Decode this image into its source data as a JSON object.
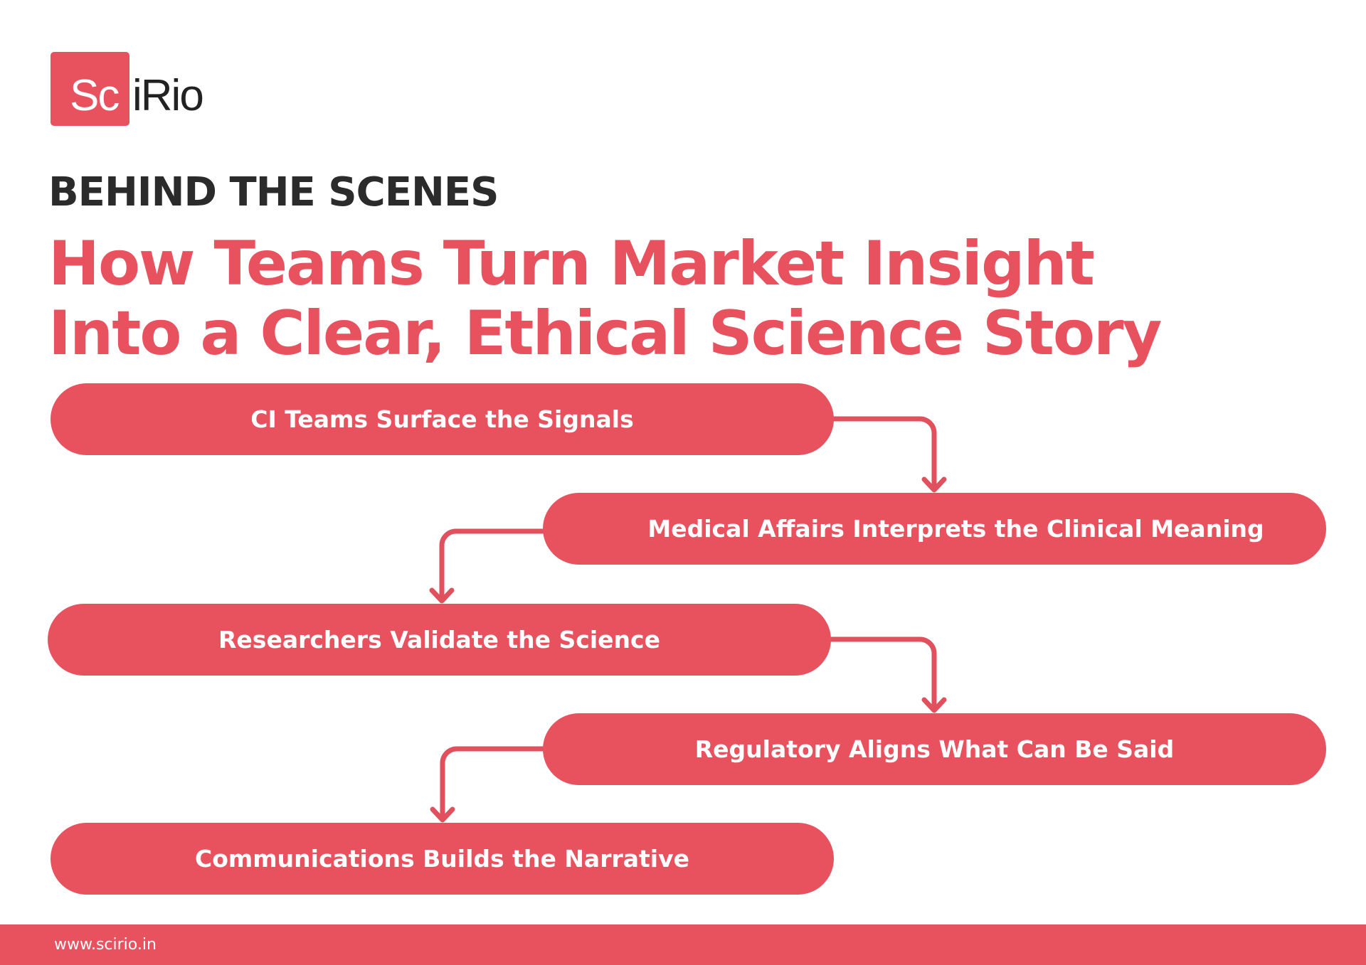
{
  "logo": {
    "part1": "Sc",
    "part2": "iRio"
  },
  "kicker": "BEHIND THE SCENES",
  "title": {
    "line1": "How Teams Turn Market Insight",
    "line2": "Into a Clear, Ethical Science Story"
  },
  "steps": [
    "CI Teams Surface the Signals",
    "Medical Affairs Interprets the Clinical Meaning",
    "Researchers Validate the Science",
    "Regulatory Aligns What Can Be Said",
    "Communications Builds the Narrative"
  ],
  "footer": {
    "url": "www.scirio.in"
  },
  "colors": {
    "accent": "#E8525F",
    "dark": "#2b2b2b"
  }
}
